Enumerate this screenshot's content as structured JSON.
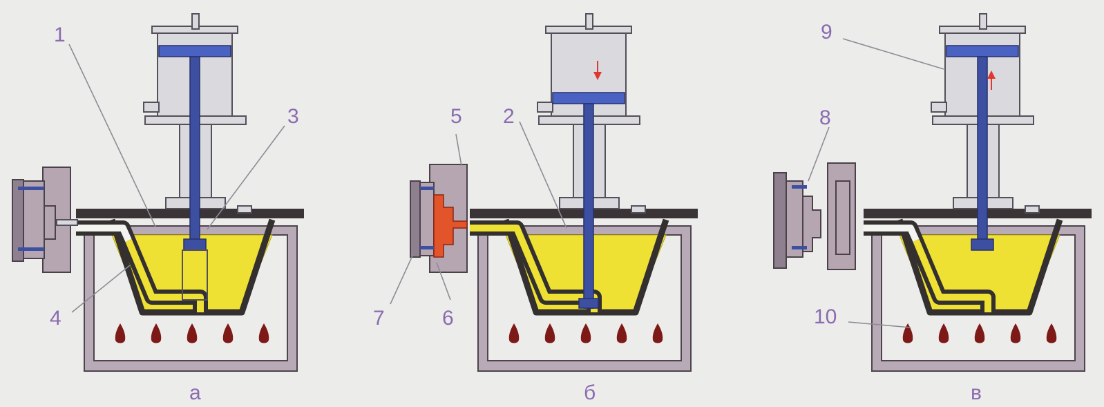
{
  "labels": {
    "n1": "1",
    "n2": "2",
    "n3": "3",
    "n4": "4",
    "n5": "5",
    "n6": "6",
    "n7": "7",
    "n8": "8",
    "n9": "9",
    "n10": "10"
  },
  "captions": {
    "a": "а",
    "b": "б",
    "c": "в"
  },
  "colors": {
    "metal": "#efe034",
    "rod": "#3d4fa0",
    "furnace_wall": "#b8aab7",
    "mold": "#b5a6b2",
    "casting": "#e2542a",
    "flame": "#7d1a17",
    "label": "#8a6bb0"
  },
  "icons": {
    "burner": "flame-icon",
    "stroke_down": "arrow-down-icon",
    "stroke_up": "arrow-up-icon"
  }
}
